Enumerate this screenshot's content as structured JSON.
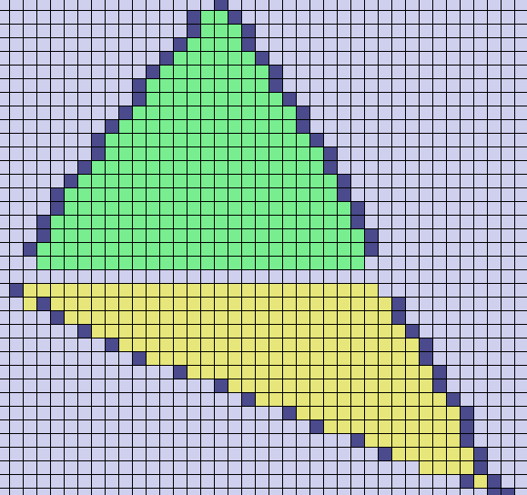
{
  "palette": {
    "background": "#cfcfee",
    "grid_line": "#000000",
    "outline": "#4a4a8c",
    "green_fill": "#78ee90",
    "yellow_fill": "#e6e67a"
  },
  "grid": {
    "columns": 39,
    "rows": 37
  },
  "shapes": [
    {
      "name": "green-triangle",
      "fill_color": "green_fill",
      "outline_color": "outline",
      "rows": [
        {
          "row": 0,
          "outline": [
            16
          ]
        },
        {
          "row": 1,
          "outline": [
            14,
            17
          ],
          "fill": [
            [
              15,
              16
            ]
          ]
        },
        {
          "row": 2,
          "outline": [
            14,
            18
          ],
          "fill": [
            [
              15,
              17
            ]
          ]
        },
        {
          "row": 3,
          "outline": [
            13,
            18
          ],
          "fill": [
            [
              14,
              17
            ]
          ]
        },
        {
          "row": 4,
          "outline": [
            12,
            19
          ],
          "fill": [
            [
              13,
              18
            ]
          ]
        },
        {
          "row": 5,
          "outline": [
            11,
            20
          ],
          "fill": [
            [
              12,
              19
            ]
          ]
        },
        {
          "row": 6,
          "outline": [
            10,
            20
          ],
          "fill": [
            [
              11,
              19
            ]
          ]
        },
        {
          "row": 7,
          "outline": [
            10,
            21
          ],
          "fill": [
            [
              11,
              20
            ]
          ]
        },
        {
          "row": 8,
          "outline": [
            9,
            22
          ],
          "fill": [
            [
              10,
              21
            ]
          ]
        },
        {
          "row": 9,
          "outline": [
            8,
            22
          ],
          "fill": [
            [
              9,
              21
            ]
          ]
        },
        {
          "row": 10,
          "outline": [
            7,
            23
          ],
          "fill": [
            [
              8,
              22
            ]
          ]
        },
        {
          "row": 11,
          "outline": [
            7,
            24
          ],
          "fill": [
            [
              8,
              23
            ]
          ]
        },
        {
          "row": 12,
          "outline": [
            6,
            24
          ],
          "fill": [
            [
              7,
              23
            ]
          ]
        },
        {
          "row": 13,
          "outline": [
            5,
            25
          ],
          "fill": [
            [
              6,
              24
            ]
          ]
        },
        {
          "row": 14,
          "outline": [
            4,
            25
          ],
          "fill": [
            [
              5,
              24
            ]
          ]
        },
        {
          "row": 15,
          "outline": [
            4,
            26
          ],
          "fill": [
            [
              5,
              25
            ]
          ]
        },
        {
          "row": 16,
          "outline": [
            3,
            26
          ],
          "fill": [
            [
              4,
              25
            ]
          ]
        },
        {
          "row": 17,
          "outline": [
            3,
            27
          ],
          "fill": [
            [
              4,
              26
            ]
          ]
        },
        {
          "row": 18,
          "outline": [
            2,
            27
          ],
          "fill": [
            [
              3,
              26
            ]
          ]
        },
        {
          "row": 19,
          "fill": [
            [
              3,
              26
            ]
          ]
        }
      ]
    },
    {
      "name": "yellow-triangle",
      "fill_color": "yellow_fill",
      "outline_color": "outline",
      "rows": [
        {
          "row": 21,
          "outline": [
            1
          ],
          "fill": [
            [
              2,
              27
            ]
          ]
        },
        {
          "row": 22,
          "outline": [
            3,
            29
          ],
          "fill": [
            [
              2,
              2
            ],
            [
              4,
              28
            ]
          ]
        },
        {
          "row": 23,
          "outline": [
            4,
            29
          ],
          "fill": [
            [
              5,
              28
            ]
          ]
        },
        {
          "row": 24,
          "outline": [
            6,
            30
          ],
          "fill": [
            [
              7,
              29
            ]
          ]
        },
        {
          "row": 25,
          "outline": [
            8,
            31
          ],
          "fill": [
            [
              9,
              30
            ]
          ]
        },
        {
          "row": 26,
          "outline": [
            10,
            31
          ],
          "fill": [
            [
              11,
              30
            ]
          ]
        },
        {
          "row": 27,
          "outline": [
            13,
            32
          ],
          "fill": [
            [
              14,
              31
            ]
          ]
        },
        {
          "row": 28,
          "outline": [
            16,
            32
          ],
          "fill": [
            [
              17,
              31
            ]
          ]
        },
        {
          "row": 29,
          "outline": [
            18,
            33
          ],
          "fill": [
            [
              19,
              32
            ]
          ]
        },
        {
          "row": 30,
          "outline": [
            21,
            34
          ],
          "fill": [
            [
              22,
              33
            ]
          ]
        },
        {
          "row": 31,
          "outline": [
            23,
            34
          ],
          "fill": [
            [
              24,
              33
            ]
          ]
        },
        {
          "row": 32,
          "outline": [
            26,
            34
          ],
          "fill": [
            [
              27,
              33
            ]
          ]
        },
        {
          "row": 33,
          "outline": [
            28,
            35
          ],
          "fill": [
            [
              29,
              34
            ]
          ]
        },
        {
          "row": 34,
          "outline": [
            35
          ],
          "fill": [
            [
              31,
              34
            ]
          ]
        },
        {
          "row": 35,
          "outline": [
            34,
            36
          ],
          "fill": [
            [
              35,
              35
            ]
          ]
        },
        {
          "row": 36,
          "outline": [
            36,
            37
          ]
        }
      ]
    }
  ]
}
